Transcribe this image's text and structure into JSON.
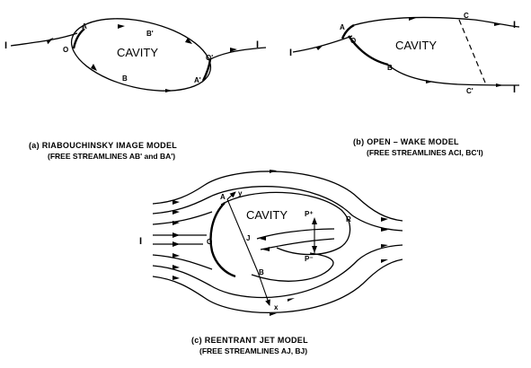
{
  "panel_a": {
    "cavity": "CAVITY",
    "labels": {
      "I_left": "I",
      "I_right": "I",
      "O": "O",
      "A": "A",
      "B_prime": "B'",
      "B": "B",
      "O_prime": "O'",
      "A_prime": "A'"
    },
    "caption": "(a)  RIABOUCHINSKY  IMAGE  MODEL",
    "subcaption": "(FREE STREAMLINES AB' and BA')"
  },
  "panel_b": {
    "cavity": "CAVITY",
    "labels": {
      "I_left": "I",
      "I_top": "I",
      "I_bottom": "I",
      "O": "O",
      "A": "A",
      "B": "B",
      "C": "C",
      "C_prime": "C'"
    },
    "caption": "(b)  OPEN – WAKE  MODEL",
    "subcaption": "(FREE STREAMLINES ACI, BC'I)"
  },
  "panel_c": {
    "cavity": "CAVITY",
    "labels": {
      "I": "I",
      "A": "A",
      "y": "y",
      "O": "O",
      "B": "B",
      "x": "x",
      "J": "J",
      "P_plus": "P⁺",
      "P_minus": "P⁻",
      "R": "R"
    },
    "caption": "(c)  REENTRANT  JET  MODEL",
    "subcaption": "(FREE STREAMLINES AJ, BJ)"
  }
}
